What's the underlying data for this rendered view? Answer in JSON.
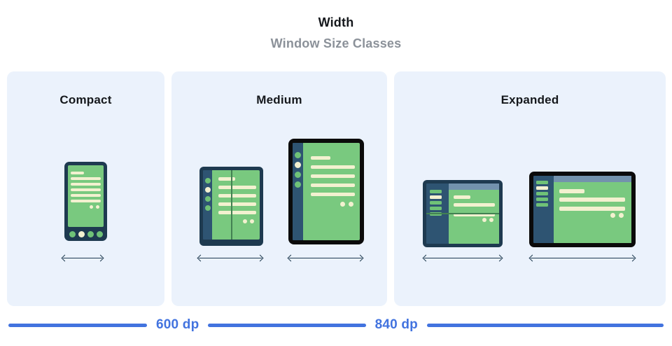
{
  "header": {
    "title": "Width",
    "subtitle": "Window Size Classes"
  },
  "panels": [
    {
      "id": "compact",
      "label": "Compact"
    },
    {
      "id": "medium",
      "label": "Medium"
    },
    {
      "id": "expanded",
      "label": "Expanded"
    }
  ],
  "ruler": {
    "labels": [
      "600 dp",
      "840 dp"
    ]
  },
  "colors": {
    "panel_background": "#ebf2fc",
    "device_frame_navy": "#1e3a50",
    "device_frame_black": "#0b0b0b",
    "nav_rail_navy": "#2e5472",
    "screen_green": "#79c97f",
    "accent_green": "#6fc277",
    "placeholder_cream": "#f3f1d0",
    "top_bar_blue_gray": "#7392ad",
    "fold_crease_green": "#428152",
    "ruler_blue": "#4273df",
    "subtitle_gray": "#8b9199",
    "title_black": "#15181c"
  }
}
